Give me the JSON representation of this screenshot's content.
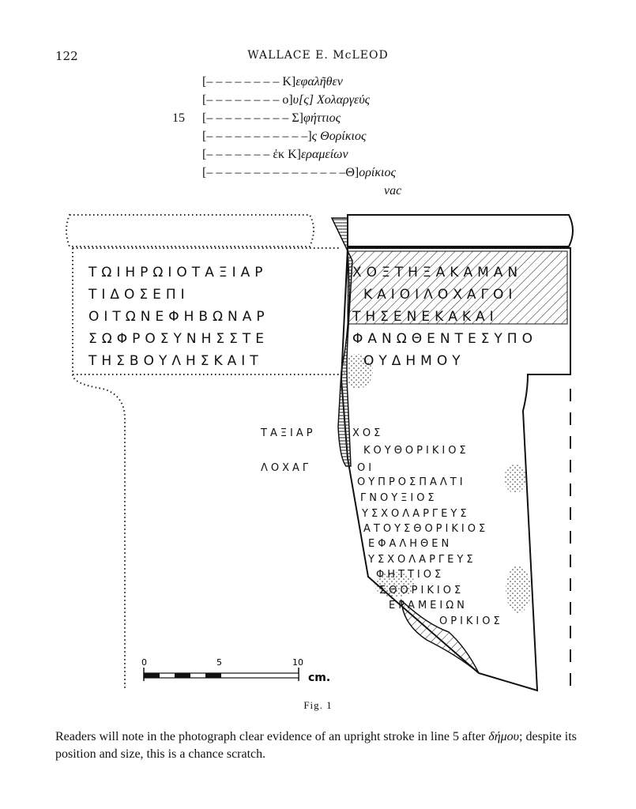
{
  "header": {
    "page_number": "122",
    "running_head": "WALLACE E. McLEOD"
  },
  "inscription": {
    "line_number": "15",
    "lines": [
      {
        "restored": "[– – – – – – – – K]",
        "text": "εφαλῆθεν"
      },
      {
        "restored": "[– – – – – – – – ο]",
        "text": "υ[ς] Χολαργεύς"
      },
      {
        "restored": "[– – – – – – – – – Σ]",
        "text": "φήττιος"
      },
      {
        "restored": "[– – – – – – – – – – –]",
        "text": "ς Θορίκιος"
      },
      {
        "restored": "[– – – – – – – ἐκ K]",
        "text": "εραμείων"
      },
      {
        "restored": "[– – – – – – – – – – – – – – –Θ]",
        "text": "ορίκιος"
      }
    ],
    "vac": "vac"
  },
  "figure": {
    "upper_text": [
      {
        "left": "ΤΩΙΗΡΩΙΟΤΑΞΙΑΡ",
        "right": "ΧΟΞΤΗΞΑΚΑΜΑΝ"
      },
      {
        "left": "ΤΙΔΟΣΕΠΙ",
        "right": "ΚΑΙΟΙΛΟΧΑΓΟΙ"
      },
      {
        "left": "ΟΙΤΩΝΕΦΗΒΩΝΑΡ",
        "right": "ΤΗΣΕΝΕΚΑΚΑΙ"
      },
      {
        "left": "ΣΩΦΡΟΣΥΝΗΣΣΤΕ",
        "right": "ΦΑΝΩΘΕΝΤΕΣΥΠΟ"
      },
      {
        "left": "ΤΗΣΒΟΥΛΗΣΚΑΙΤ",
        "right": "ΟΥΔΗΜΟΥ"
      }
    ],
    "lower_left": [
      "ΤΑΞΙΑΡ",
      "ΛΟΧΑΓ"
    ],
    "lower_right": [
      "ΧΟΣ",
      "ΚΟΥΘΟΡΙΚΙΟΣ",
      "ΟΙ",
      "ΟΥΠΡΟΣΠΑΛΤΙ",
      "ΓΝΟΥΞΙΟΣ",
      "ΥΣΧΟΛΑΡΓΕΥΣ",
      "ΑΤΟΥΣΘΟΡΙΚΙΟΣ",
      "ΕΦΑΛΗΘΕΝ",
      "ΥΣΧΟΛΑΡΓΕΥΣ",
      "ΦΗΤΤΙΟΣ",
      "ΣΘΟΡΙΚΙΟΣ",
      "ΕΡΑΜΕΙΩΝ",
      "ΟΡΙΚΙΟΣ"
    ],
    "scale": {
      "ticks": [
        "0",
        "5",
        "10"
      ],
      "unit": "cm."
    }
  },
  "caption": "Fig. 1",
  "paragraph": {
    "part1": "Readers will note in the photograph clear evidence of an upright stroke in line 5 after ",
    "word": "δήμου",
    "part2": "; despite its position and size, this is a chance scratch."
  }
}
